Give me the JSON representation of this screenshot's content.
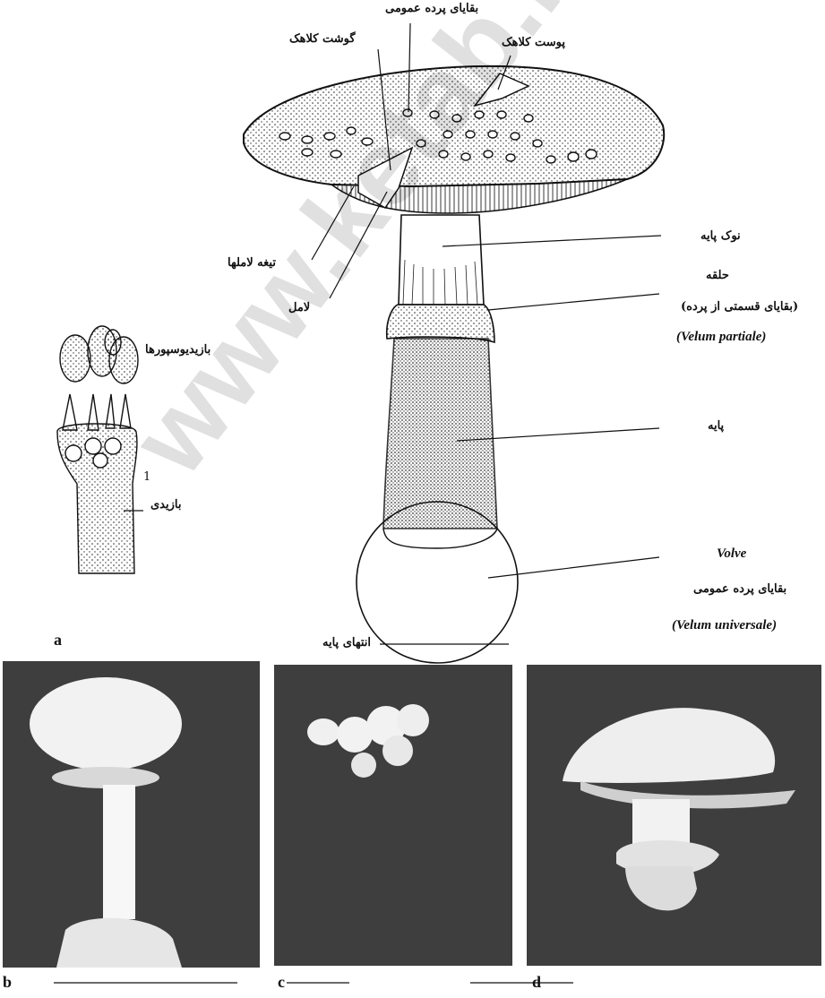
{
  "labels": {
    "general_veil_remnants_top": "بقایای پرده عمومی",
    "cap_flesh": "گوشت کلاهک",
    "cap_skin": "پوست کلاهک",
    "gill_blade": "تیغه لاملها",
    "lamella": "لامل",
    "stipe_apex": "نوک پایه",
    "ring": "حلقه",
    "partial_veil_remnants": "(بقایای قسمتی از پرده)",
    "velum_partiale": "(Velum partiale)",
    "basidiospores": "بازیدیوسپورها",
    "stipe": "پایه",
    "basidium": "بازیدی",
    "basidium_number": "1",
    "volve": "Volve",
    "general_veil_remnants_bottom": "بقایای پرده عمومی",
    "velum_universale": "(Velum universale)",
    "stipe_base": "انتهای پایه"
  },
  "panels": {
    "a": "a",
    "b": "b",
    "c": "c",
    "d": "d"
  },
  "watermark": "www.ketab.ir",
  "colors": {
    "ink": "#111111",
    "photo_bg": "#3e3e3e",
    "photo_light": "#f2f2f2"
  }
}
